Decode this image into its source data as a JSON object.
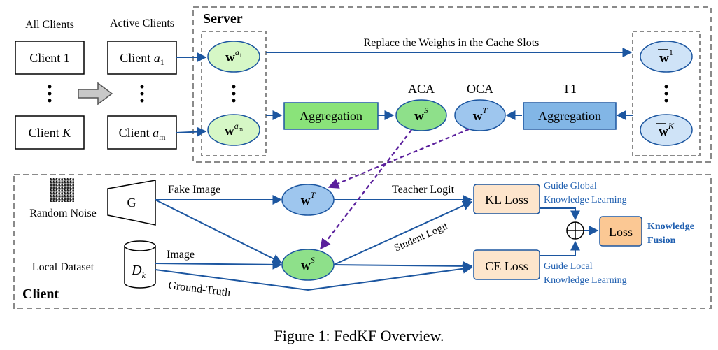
{
  "server_title": "Server",
  "client_title": "Client",
  "all_clients_label": "All Clients",
  "active_clients_label": "Active Clients",
  "client1": "Client 1",
  "clientK_prefix": "Client ",
  "clientK_var": "K",
  "client_a1_prefix": "Client ",
  "client_a1_var": "a",
  "client_a1_sub": "1",
  "client_am_prefix": "Client ",
  "client_am_var": "a",
  "client_am_sub": "m",
  "replace_label": "Replace the Weights in the Cache Slots",
  "aca_label": "ACA",
  "oca_label": "OCA",
  "t1_label": "T1",
  "aggregation_left": "Aggregation",
  "aggregation_right": "Aggregation",
  "fake_image_label": "Fake Image",
  "random_noise_label": "Random Noise",
  "generator_label": "G",
  "local_dataset_label": "Local Dataset",
  "dataset_symbol": "D",
  "dataset_sub": "k",
  "image_label": "Image",
  "ground_truth_label": "Ground-Truth",
  "teacher_logit_label": "Teacher Logit",
  "student_logit_label": "Student Logit",
  "kl_loss_label": "KL Loss",
  "ce_loss_label": "CE Loss",
  "loss_label": "Loss",
  "guide_global_line1": "Guide Global",
  "guide_global_line2": "Knowledge Learning",
  "guide_local_line1": "Guide Local",
  "guide_local_line2": "Knowledge Learning",
  "knowledge_fusion_line1": "Knowledge",
  "knowledge_fusion_line2": "Fusion",
  "weight_symbol": "w",
  "sup_a1_var": "a",
  "sup_a1_sub": "1",
  "sup_am_var": "a",
  "sup_am_sub": "m",
  "sup_S": "S",
  "sup_T": "T",
  "sup_1": "1",
  "sup_K": "K",
  "caption": "Figure 1: FedKF Overview.",
  "colors": {
    "green_fill": "#d6f7c6",
    "green_strong": "#8ee08a",
    "aggregation_green": "#8ae37a",
    "blue_fill": "#9ec6ee",
    "light_blue": "#cfe3f7",
    "aggregation_blue": "#82b6e6",
    "loss_fill": "#fde5cc",
    "loss_strong": "#fbc894",
    "arrow_blue": "#1c56a0",
    "arrow_purple": "#5a1f9c",
    "dashed_gray": "#8a8a8a"
  }
}
